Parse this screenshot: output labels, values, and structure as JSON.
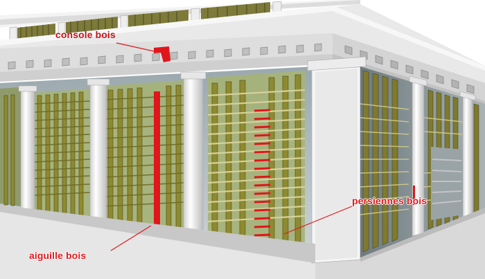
{
  "annotations": {
    "console_label": "console bois",
    "aiguille_label": "aiguille bois",
    "persiennes_label": "persiennes bois"
  },
  "colors": {
    "annotation_red": "#e0161b",
    "wood_slat": "#8f8a2e",
    "wood_dark": "#4a4a22",
    "glass_green": "#a7b37a",
    "column_white": "#f2f2f2",
    "stone_cornice": "#e3e3e3",
    "ground": "#d0d0d0"
  }
}
